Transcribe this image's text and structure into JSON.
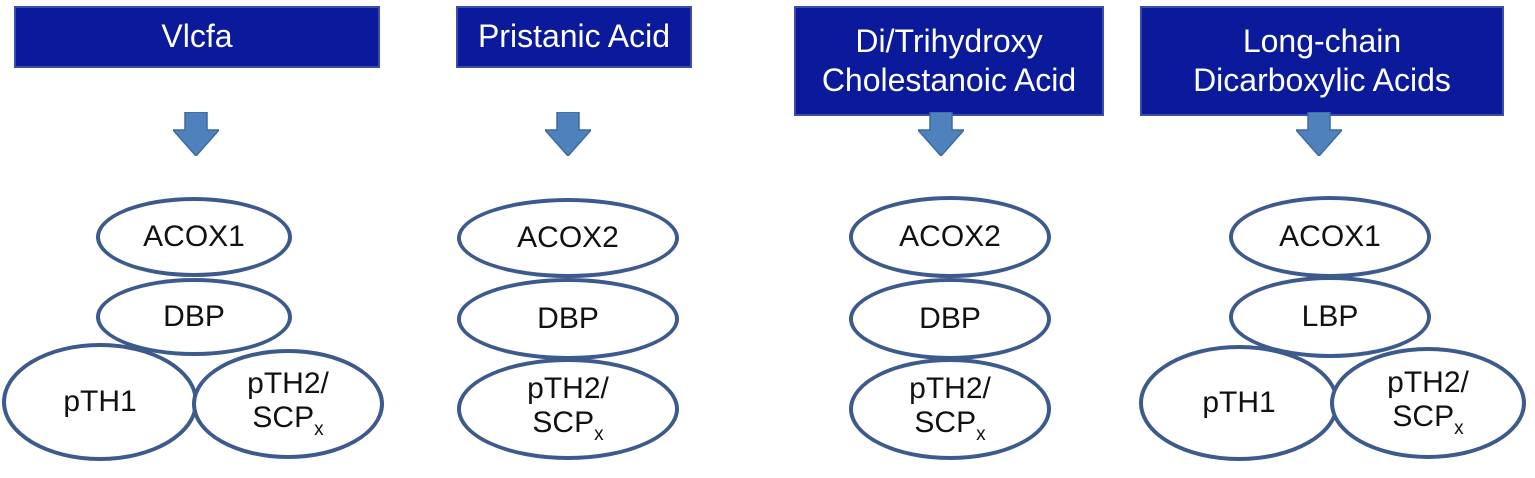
{
  "colors": {
    "header_fill": "#0a1a9a",
    "header_text": "#ffffff",
    "arrow_fill": "#4f81bd",
    "ellipse_stroke": "#3d5a8c",
    "ellipse_text": "#111111"
  },
  "pathways": [
    {
      "substrate_lines": [
        "Vlcfa"
      ],
      "enzymes": {
        "oxidase": "ACOX1",
        "bifunctional": "DBP",
        "thiolase_1": "pTH1",
        "thiolase_2_line1": "pTH2/",
        "thiolase_2_line2": "SCP",
        "thiolase_2_sub": "x"
      }
    },
    {
      "substrate_lines": [
        "Pristanic Acid"
      ],
      "enzymes": {
        "oxidase": "ACOX2",
        "bifunctional": "DBP",
        "thiolase_line1": "pTH2/",
        "thiolase_line2": "SCP",
        "thiolase_sub": "x"
      }
    },
    {
      "substrate_lines": [
        "Di/Trihydroxy",
        "Cholestanoic Acid"
      ],
      "enzymes": {
        "oxidase": "ACOX2",
        "bifunctional": "DBP",
        "thiolase_line1": "pTH2/",
        "thiolase_line2": "SCP",
        "thiolase_sub": "x"
      }
    },
    {
      "substrate_lines": [
        "Long-chain",
        "Dicarboxylic Acids"
      ],
      "enzymes": {
        "oxidase": "ACOX1",
        "bifunctional": "LBP",
        "thiolase_1": "pTH1",
        "thiolase_2_line1": "pTH2/",
        "thiolase_2_line2": "SCP",
        "thiolase_2_sub": "x"
      }
    }
  ]
}
